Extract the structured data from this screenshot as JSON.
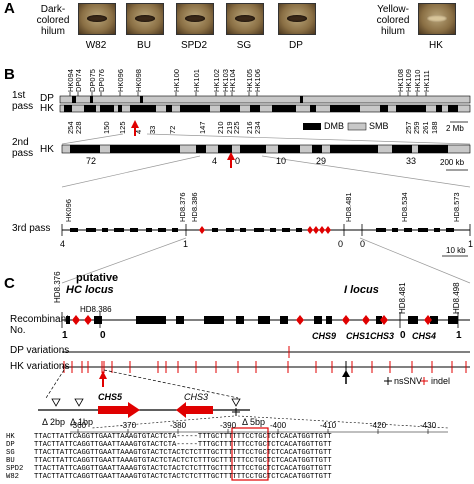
{
  "panelA": {
    "letter": "A",
    "dark_caption_line1": "Dark-",
    "dark_caption_line2": "colored",
    "dark_caption_line3": "hilum",
    "yellow_caption_line1": "Yellow-",
    "yellow_caption_line2": "colored",
    "yellow_caption_line3": "hilum",
    "seeds": [
      "W82",
      "BU",
      "SPD2",
      "SG",
      "DP",
      "HK"
    ]
  },
  "panelB": {
    "letter": "B",
    "pass1": "1st",
    "pass1_word": "pass",
    "pass2": "2nd",
    "pass2_word": "pass",
    "pass3": "3rd pass",
    "dp": "DP",
    "hk": "HK",
    "hk2": "HK",
    "top_markers": [
      "HK094",
      "DP074",
      "DP075",
      "DP076",
      "HK096",
      "HK098",
      "HK100",
      "HK101",
      "HK102",
      "HK103",
      "HK104",
      "HK105",
      "HK106",
      "HK108",
      "HK109",
      "HK110",
      "HK111"
    ],
    "numbers_pass1": [
      "254",
      "228",
      "150",
      "125",
      "33",
      "4",
      "72",
      "147",
      "210",
      "219",
      "225",
      "216",
      "234",
      "257",
      "259",
      "261",
      "188"
    ],
    "legend_dmb": "DMB",
    "legend_smb": "SMB",
    "scale1": "2 Mb",
    "numbers_pass2": [
      "72",
      "4",
      "0",
      "10",
      "29",
      "33"
    ],
    "scale2": "200 kb",
    "markers_pass3": [
      "HK096",
      "HD8.376",
      "HD8.386",
      "HD8.481",
      "HD8.534",
      "HD8.573"
    ],
    "numbers_pass3": [
      "4",
      "1",
      "0",
      "0",
      "1"
    ],
    "scale3": "10 kb"
  },
  "panelC": {
    "letter": "C",
    "putative": "putative",
    "hc_locus": "HC locus",
    "i_locus": "I locus",
    "m1": "HD8.376",
    "m2": "HD8.386",
    "m3": "HD8.481",
    "m4": "HD8.498",
    "recombinant": "Recombinant",
    "no": "No.",
    "rec_nums": [
      "1",
      "0",
      "0",
      "1"
    ],
    "chs_labels": [
      "CHS9",
      "CHS1",
      "CHS3",
      "CHS4"
    ],
    "dp_var": "DP variations",
    "hk_var": "HK variations",
    "legend_nssnv": "nsSNV",
    "legend_indel": "indel",
    "chs5": "CHS5",
    "chs3b": "CHS3",
    "del2": "Δ 2bp",
    "del1": "Δ 1bp",
    "del5": "Δ 5bp",
    "positions": [
      "-360",
      "-370",
      "-380",
      "-390",
      "-400",
      "-410",
      "-420",
      "-430"
    ],
    "alignment": [
      {
        "name": "HK",
        "seq": "TTACTTATTCAGGTTGAATTAAAGTGTACTCTA-----TTTGCTTTTTTCCTGCTCTCACATGGTTGTT"
      },
      {
        "name": "DP",
        "seq": "TTACTTATTCAGGTTGAATTAAAGTGTACTCTA-----TTTGCTTTTTTCCTGCTCTCACATGGTTGTT"
      },
      {
        "name": "SG",
        "seq": "TTACTTATTCAGGTTGAATTAAAGTGTACTCTACTCTCTTTGCTTTTTTCCTGCTCTCACATGGTTGTT"
      },
      {
        "name": "BU",
        "seq": "TTACTTATTCAGGTTGAATTAAAGTGTACTCTACTCTCTTTGCTTTTTTCCTGCTCTCACATGGTTGTT"
      },
      {
        "name": "SPD2",
        "seq": "TTACTTATTCAGGTTGAATTAAAGTGTACTCTACTCTCTTTGCTTTTTTCCTGCTCTCACATGGTTGTT"
      },
      {
        "name": "W82",
        "seq": "TTACTTATTCAGGTTGAATTAAAGTGTACTCTACTCTCTTTGCTTTTTTCCTGCTCTCACATGGTTGTT"
      }
    ]
  }
}
